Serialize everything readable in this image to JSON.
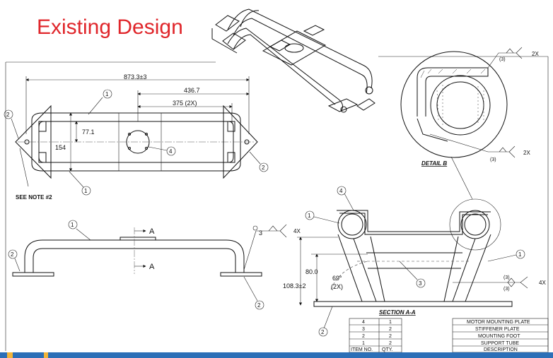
{
  "title": "Existing Design",
  "dimensions": {
    "overall_length": "873.3±3",
    "half_length": "436.7",
    "spacing": "375 (2X)",
    "inner_height": "77.1",
    "outer_height": "154",
    "height_80": "80.0",
    "total_height": "108.3±2",
    "angle": "69°",
    "angle_count": "(2X)"
  },
  "notes": {
    "see_note": "SEE NOTE #2",
    "detail_b": "DETAIL B",
    "section_aa": "SECTION A-A",
    "section_arrow": "A"
  },
  "weld": {
    "size": "(3)",
    "qty_2x": "2X",
    "qty_4x": "4X",
    "num_3": "3"
  },
  "balloons": {
    "b1": "1",
    "b2": "2",
    "b3": "3",
    "b4": "4"
  },
  "bom": {
    "header_item": "ITEM NO.",
    "header_qty": "QTY.",
    "header_desc": "DESCRIPTION",
    "rows": [
      {
        "item": "4",
        "qty": "1",
        "desc": "MOTOR MOUNTING PLATE"
      },
      {
        "item": "3",
        "qty": "2",
        "desc": "STIFFENER PLATE"
      },
      {
        "item": "2",
        "qty": "2",
        "desc": "MOUNTING FOOT"
      },
      {
        "item": "1",
        "qty": "2",
        "desc": "SUPPORT TUBE"
      }
    ]
  },
  "colors": {
    "title": "#e0262b",
    "strip": "#2c6fb7",
    "strip_accent": "#f3b53a"
  }
}
